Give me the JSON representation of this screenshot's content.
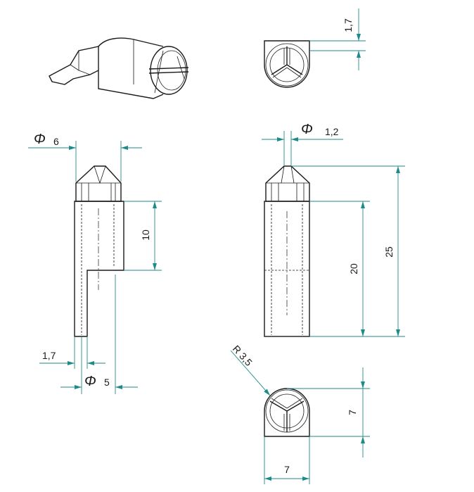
{
  "dimensions": {
    "top_gap": "1,7",
    "left_diameter_symbol": "Φ",
    "left_diameter": "6",
    "left_slot_length": "10",
    "left_wall": "1,7",
    "left_shaft_symbol": "Φ",
    "left_shaft": "5",
    "right_tip_symbol": "Φ",
    "right_tip": "1,2",
    "right_body_length": "20",
    "right_total_length": "25",
    "radius": "R 3,5",
    "bottom_height": "7",
    "bottom_width": "7"
  },
  "colors": {
    "dimension": "#1f8a8a",
    "outline": "#1a1a1a"
  }
}
